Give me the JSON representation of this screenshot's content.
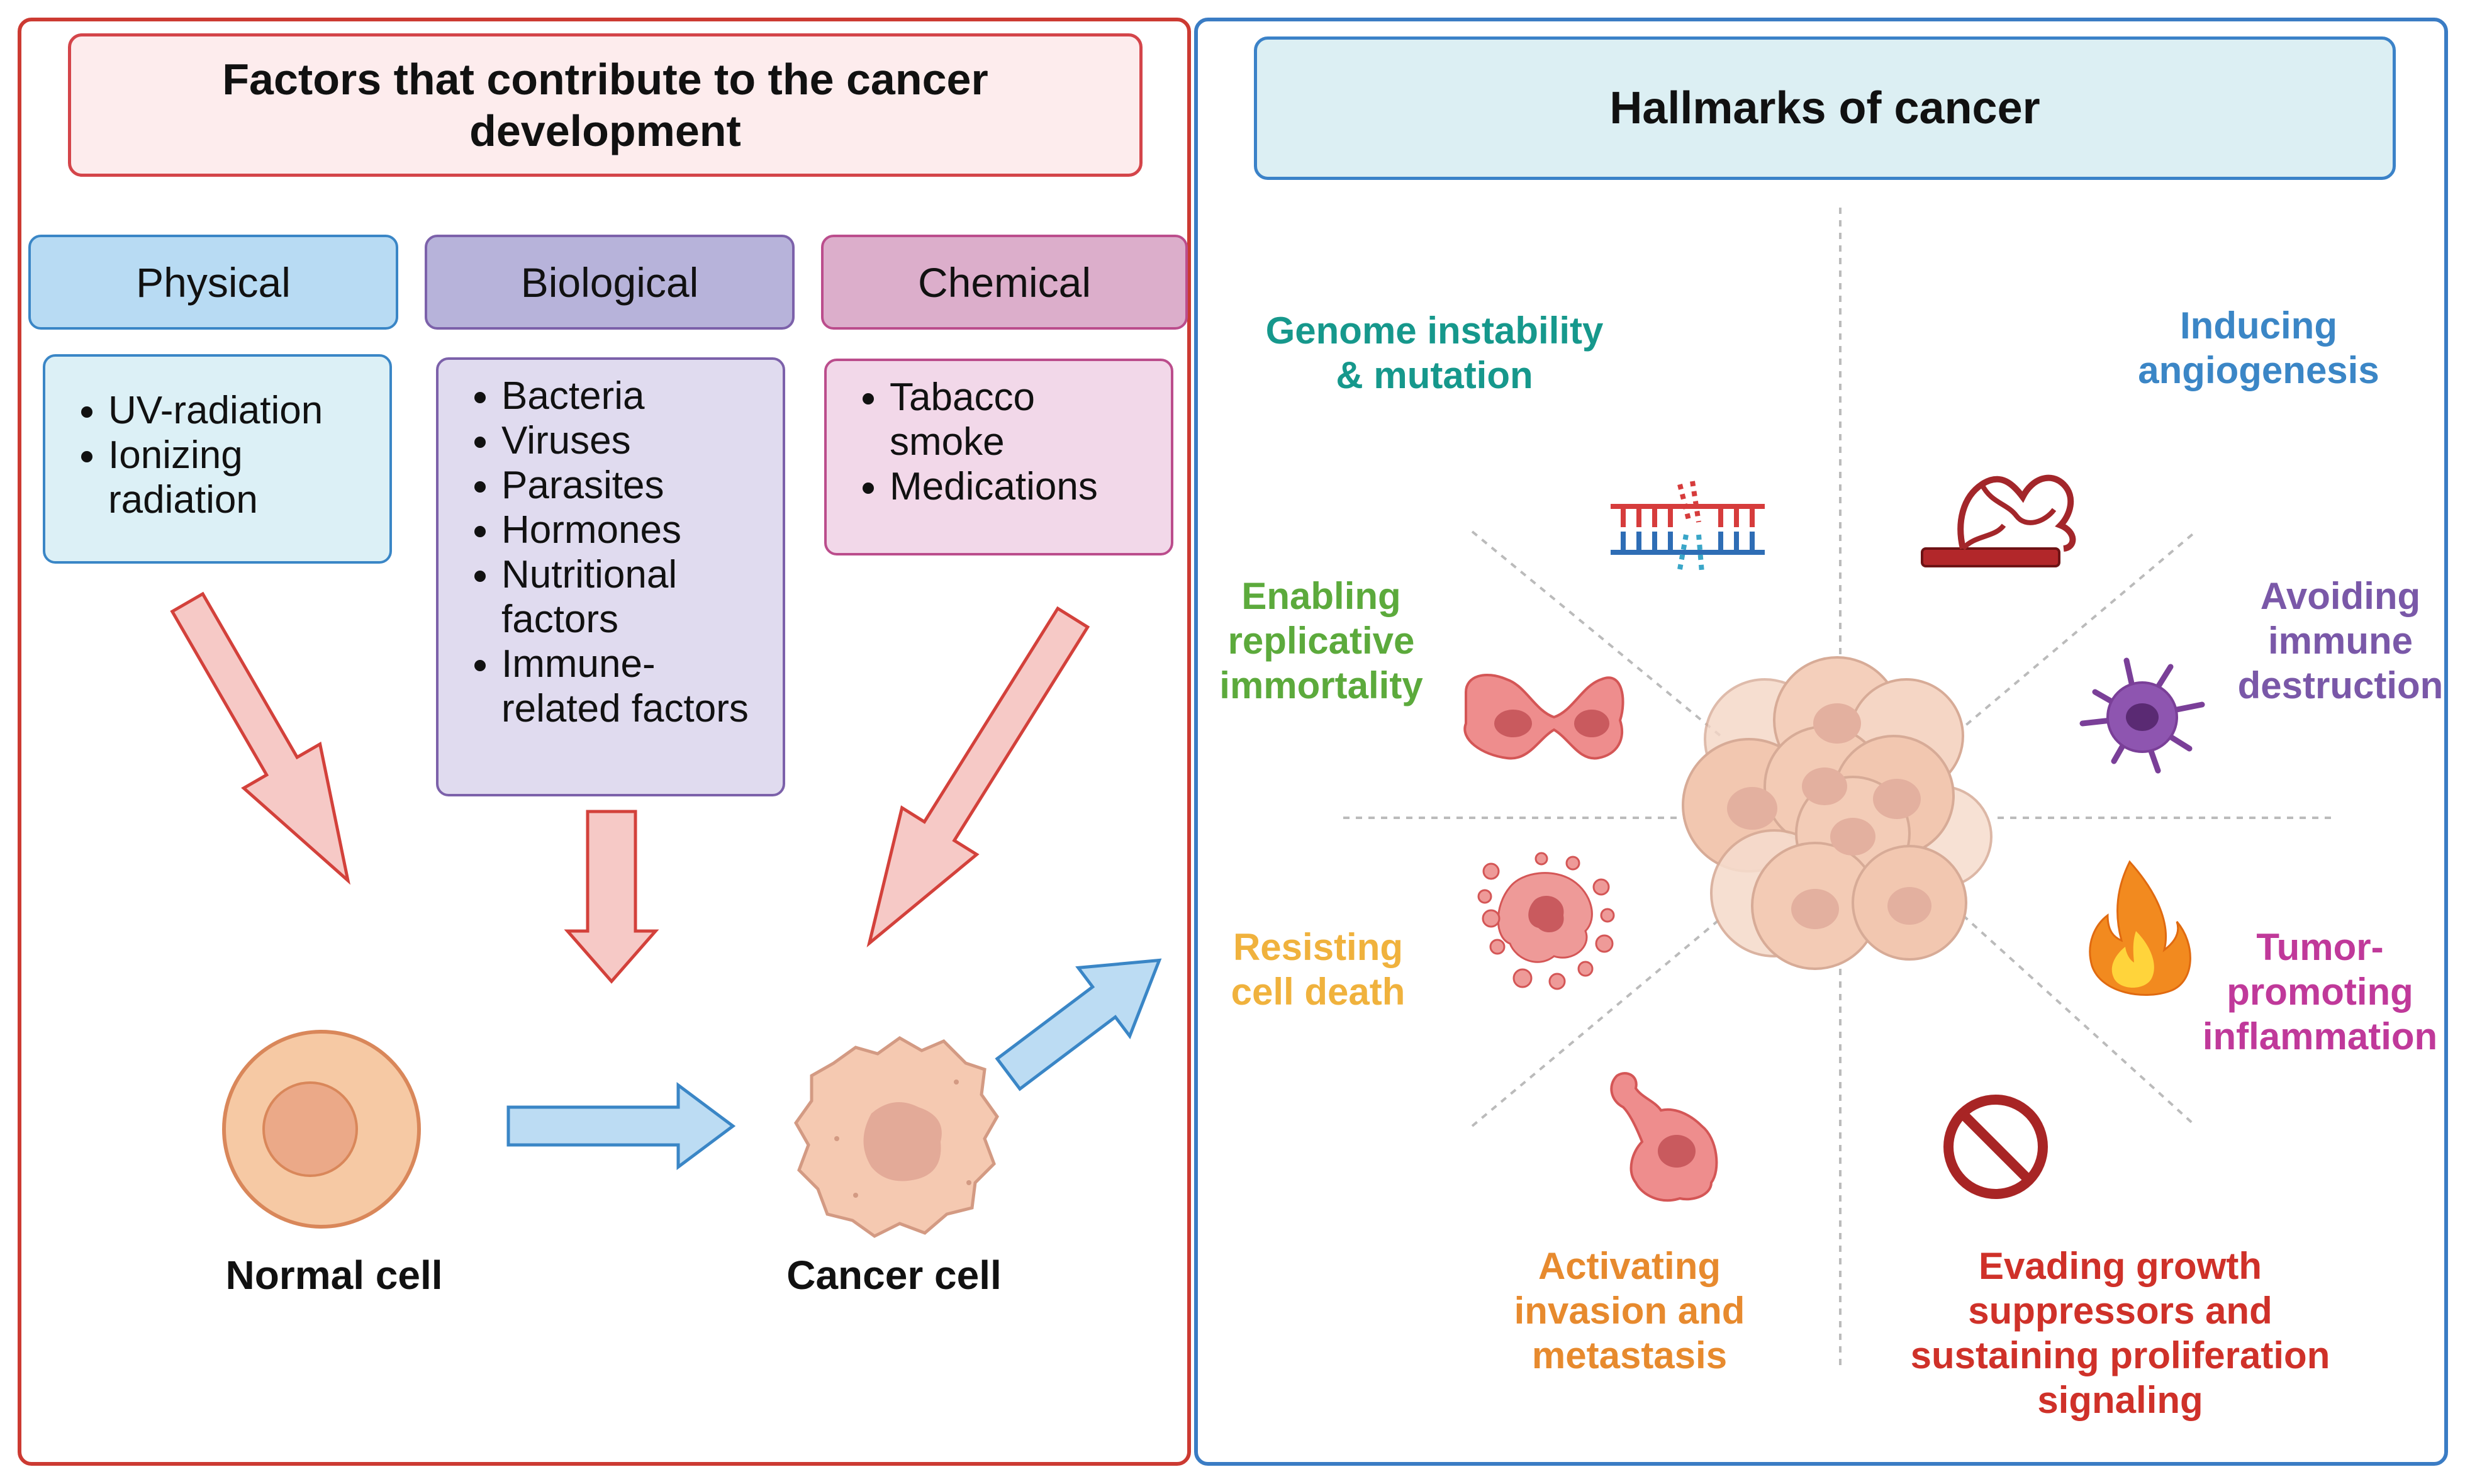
{
  "left_panel": {
    "title": "Factors that contribute to the cancer development",
    "categories": [
      {
        "name": "Physical",
        "items": [
          "UV-radiation",
          "Ionizing radiation"
        ]
      },
      {
        "name": "Biological",
        "items": [
          "Bacteria",
          "Viruses",
          "Parasites",
          "Hormones",
          "Nutritional factors",
          "Immune-related factors"
        ]
      },
      {
        "name": "Chemical",
        "items": [
          "Tabacco smoke",
          "Medications"
        ]
      }
    ],
    "normal_cell_label": "Normal cell",
    "cancer_cell_label": "Cancer cell"
  },
  "right_panel": {
    "title": "Hallmarks of cancer",
    "hallmarks": [
      {
        "text": "Genome instability & mutation",
        "color": "#16988c"
      },
      {
        "text": "Inducing angiogenesis",
        "color": "#3b86c6"
      },
      {
        "text": "Enabling replicative immortality",
        "color": "#5caa3c"
      },
      {
        "text": "Avoiding immune destruction",
        "color": "#7a58a8"
      },
      {
        "text": "Resisting cell death",
        "color": "#f0b23d"
      },
      {
        "text": "Tumor-promoting inflammation",
        "color": "#c0399a"
      },
      {
        "text": "Activating invasion and metastasis",
        "color": "#e78a2e"
      },
      {
        "text": "Evading growth suppressors and sustaining proliferation signaling",
        "color": "#cf3129"
      }
    ]
  },
  "colors": {
    "left_border": "#cc3a32",
    "right_border": "#3a7cc4",
    "red_arrow_fill": "#f6c9c6",
    "red_arrow_stroke": "#d3413b",
    "blue_arrow_fill": "#bcdcf3",
    "blue_arrow_stroke": "#3a86c6",
    "cell_fill": "#f5c8a8",
    "nucleus_fill": "#e8a98b"
  }
}
